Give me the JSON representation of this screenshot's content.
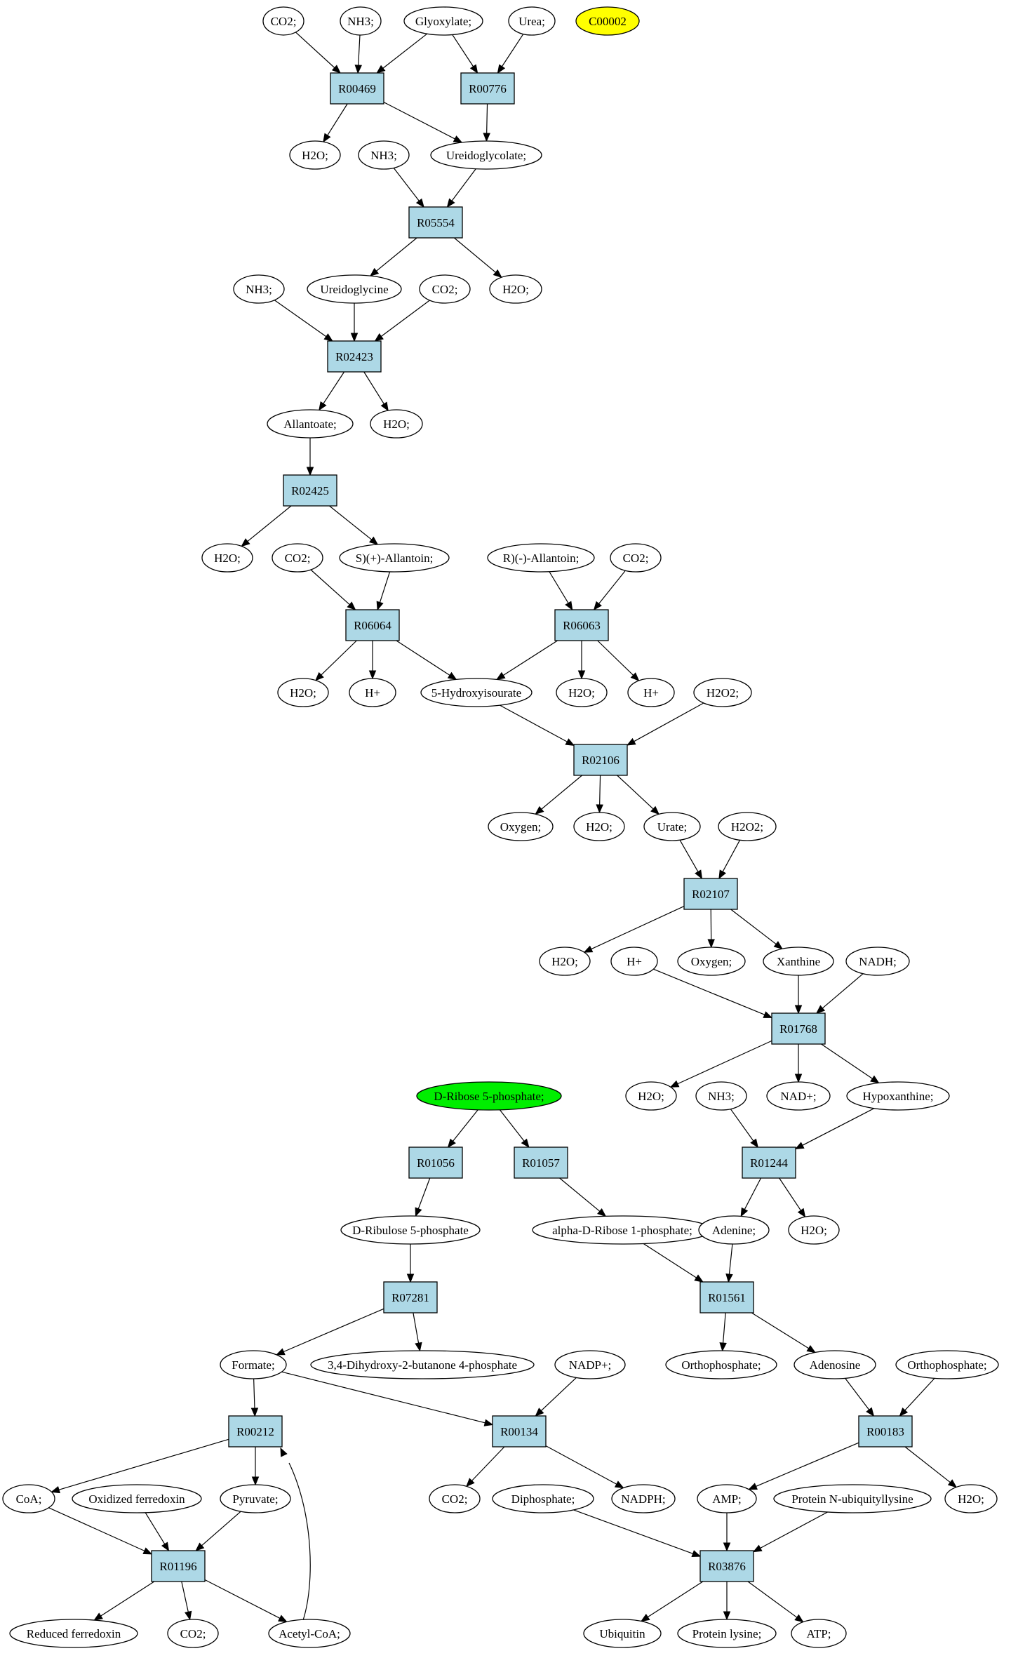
{
  "colors": {
    "reaction_fill": "#add8e6",
    "compound_fill": "#ffffff",
    "highlight_yellow": "#ffff00",
    "highlight_green": "#00ee00"
  },
  "nodes": {
    "co2_1": "CO2;",
    "nh3_1": "NH3;",
    "glyoxylate": "Glyoxylate;",
    "urea": "Urea;",
    "c00002": "C00002",
    "r00469": "R00469",
    "r00776": "R00776",
    "h2o_1": "H2O;",
    "nh3_2": "NH3;",
    "ureidoglycolate": "Ureidoglycolate;",
    "r05554": "R05554",
    "nh3_3": "NH3;",
    "ureidoglycine": "Ureidoglycine",
    "co2_2": "CO2;",
    "h2o_2": "H2O;",
    "r02423": "R02423",
    "allantoate": "Allantoate;",
    "h2o_3": "H2O;",
    "r02425": "R02425",
    "h2o_4": "H2O;",
    "co2_3": "CO2;",
    "s_allantoin": "S)(+)-Allantoin;",
    "r_allantoin": "R)(-)-Allantoin;",
    "co2_4": "CO2;",
    "r06064": "R06064",
    "r06063": "R06063",
    "h2o_5": "H2O;",
    "hplus_1": "H+",
    "hydroxyisourate": "5-Hydroxyisourate",
    "h2o_6": "H2O;",
    "hplus_2": "H+",
    "h2o2_1": "H2O2;",
    "r02106": "R02106",
    "oxygen_1": "Oxygen;",
    "h2o_7": "H2O;",
    "urate": "Urate;",
    "h2o2_2": "H2O2;",
    "r02107": "R02107",
    "h2o_8": "H2O;",
    "hplus_3": "H+",
    "oxygen_2": "Oxygen;",
    "xanthine": "Xanthine",
    "nadh": "NADH;",
    "r01768": "R01768",
    "ribose5p": "D-Ribose 5-phosphate;",
    "h2o_9": "H2O;",
    "nh3_4": "NH3;",
    "nadplus": "NAD+;",
    "hypoxanthine": "Hypoxanthine;",
    "r01056": "R01056",
    "r01057": "R01057",
    "r01244": "R01244",
    "ribulose5p": "D-Ribulose 5-phosphate",
    "alpharibose1p": "alpha-D-Ribose 1-phosphate;",
    "adenine": "Adenine;",
    "h2o_10": "H2O;",
    "r07281": "R07281",
    "r01561": "R01561",
    "formate": "Formate;",
    "dihydroxybutanone": "3,4-Dihydroxy-2-butanone 4-phosphate",
    "nadpplus": "NADP+;",
    "orthophosphate_1": "Orthophosphate;",
    "adenosine": "Adenosine",
    "orthophosphate_2": "Orthophosphate;",
    "r00212": "R00212",
    "r00134": "R00134",
    "r00183": "R00183",
    "coa": "CoA;",
    "oxidized_ferredoxin": "Oxidized ferredoxin",
    "pyruvate": "Pyruvate;",
    "co2_5": "CO2;",
    "diphosphate": "Diphosphate;",
    "nadph": "NADPH;",
    "amp": "AMP;",
    "protein_ubiq": "Protein N-ubiquityllysine",
    "h2o_11": "H2O;",
    "r01196": "R01196",
    "r03876": "R03876",
    "reduced_ferredoxin": "Reduced ferredoxin",
    "co2_6": "CO2;",
    "acetylcoa": "Acetyl-CoA;",
    "ubiquitin": "Ubiquitin",
    "protein_lysine": "Protein lysine;",
    "atp": "ATP;"
  }
}
